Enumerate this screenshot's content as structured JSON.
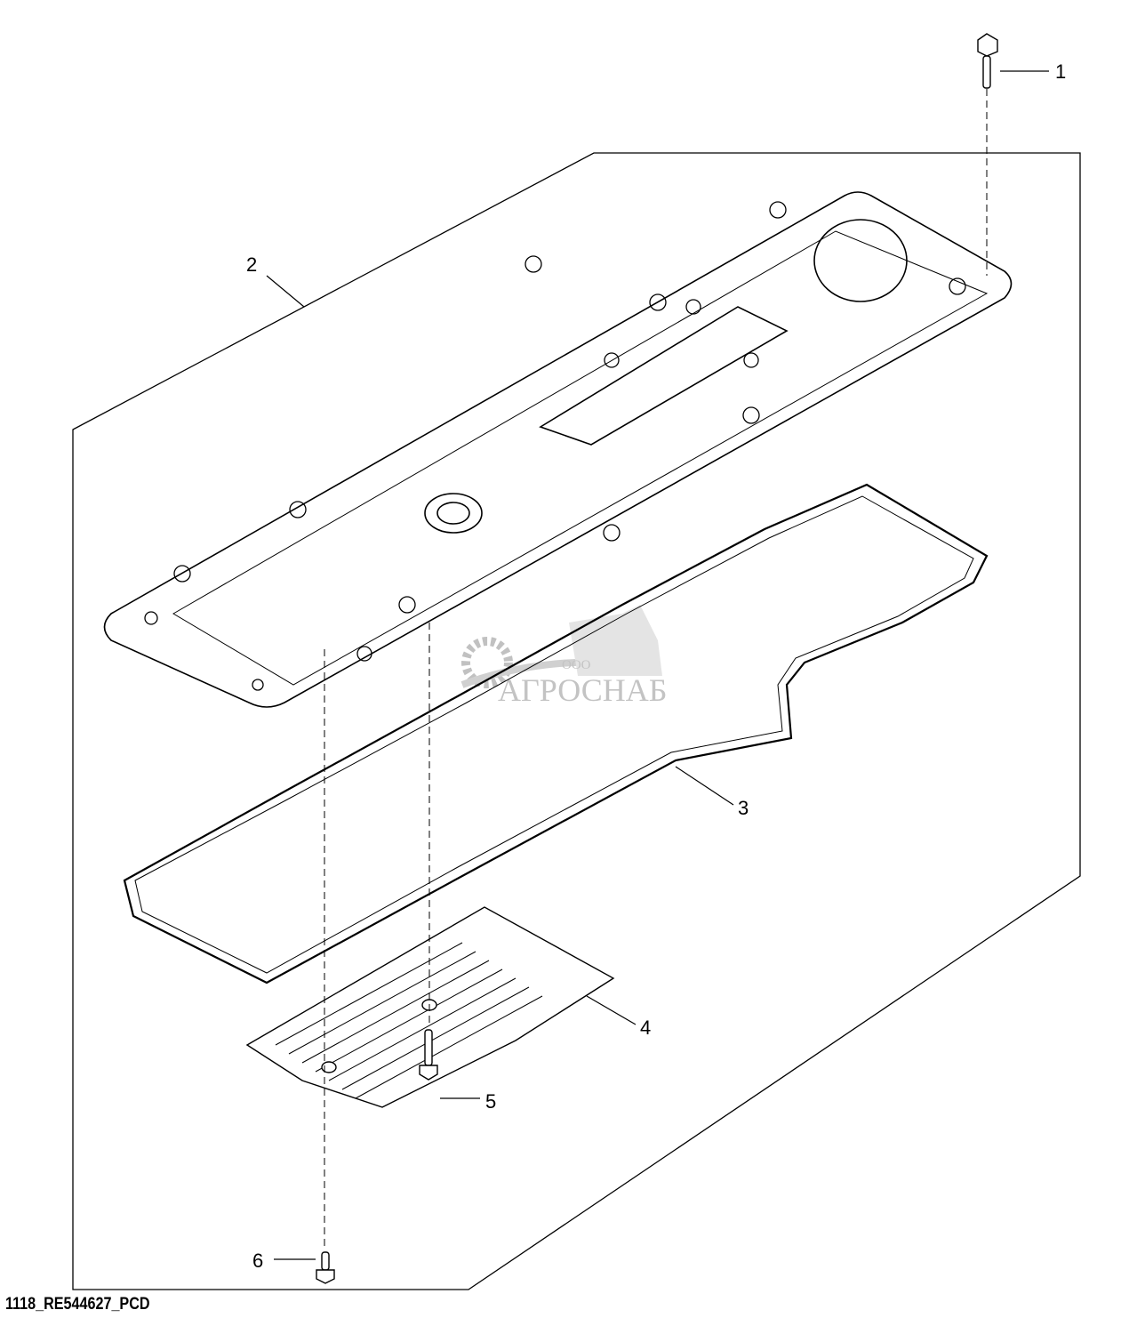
{
  "diagram": {
    "callouts": [
      {
        "id": "1",
        "label": "1"
      },
      {
        "id": "2",
        "label": "2"
      },
      {
        "id": "3",
        "label": "3"
      },
      {
        "id": "4",
        "label": "4"
      },
      {
        "id": "5",
        "label": "5"
      },
      {
        "id": "6",
        "label": "6"
      }
    ],
    "footer_code": "1118_RE544627_PCD",
    "watermark": {
      "prefix": "ООО",
      "name": "АГРОСНАБ"
    }
  }
}
